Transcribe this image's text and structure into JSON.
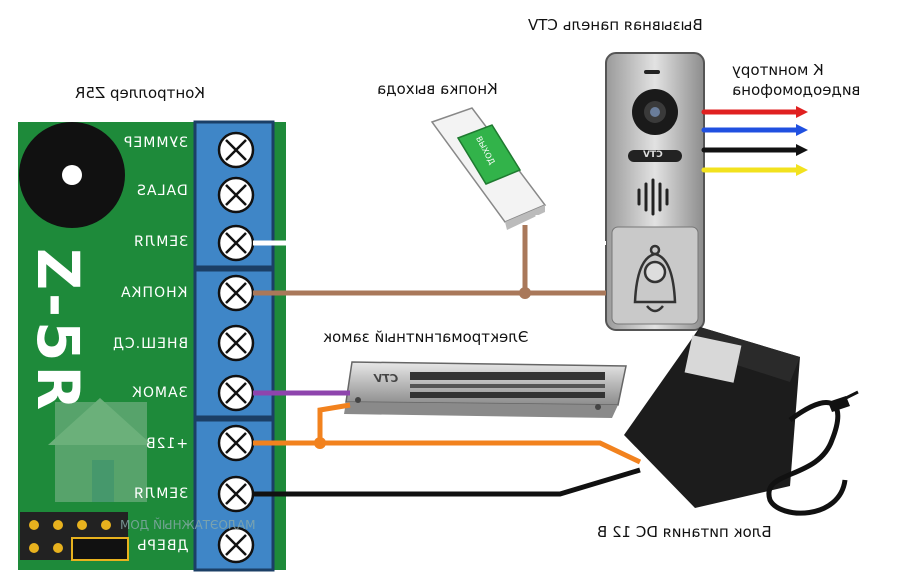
{
  "labels": {
    "controller": "Контроллер Z5R",
    "exit_button": "Кнопка выхода",
    "call_panel": "Вызывная панель CTV",
    "monitor": "К  монитору видеодомофона",
    "lock": "Электромагнитный замок",
    "power": "Блок питания DC 12 В"
  },
  "controller": {
    "model": "Z-5R",
    "watermark": "МАЛОЭТАЖНЫЙ ДОМ",
    "terminals": [
      "ЗУММЕР",
      "DALAS",
      "ЗЕМЛЯ",
      "КНОПКА",
      "ВНЕШ.СД",
      "ЗАМОК",
      "+12В",
      "ЗЕМЛЯ",
      "ДВЕРЬ"
    ]
  },
  "device_marks": {
    "exit_button_text": "ВЫХОД",
    "panel_logo": "CTV",
    "lock_logo": "CTV"
  },
  "colors": {
    "board": "#1e8a3a",
    "terminal": "#3f86c7",
    "wire_white": "#ffffff",
    "wire_brown": "#a9785a",
    "wire_purple": "#8e44ad",
    "wire_orange": "#f2821e",
    "wire_black": "#111111",
    "monitor_red": "#e02020",
    "monitor_blue": "#2050e0",
    "monitor_black": "#111111",
    "monitor_yellow": "#f2e21e"
  }
}
